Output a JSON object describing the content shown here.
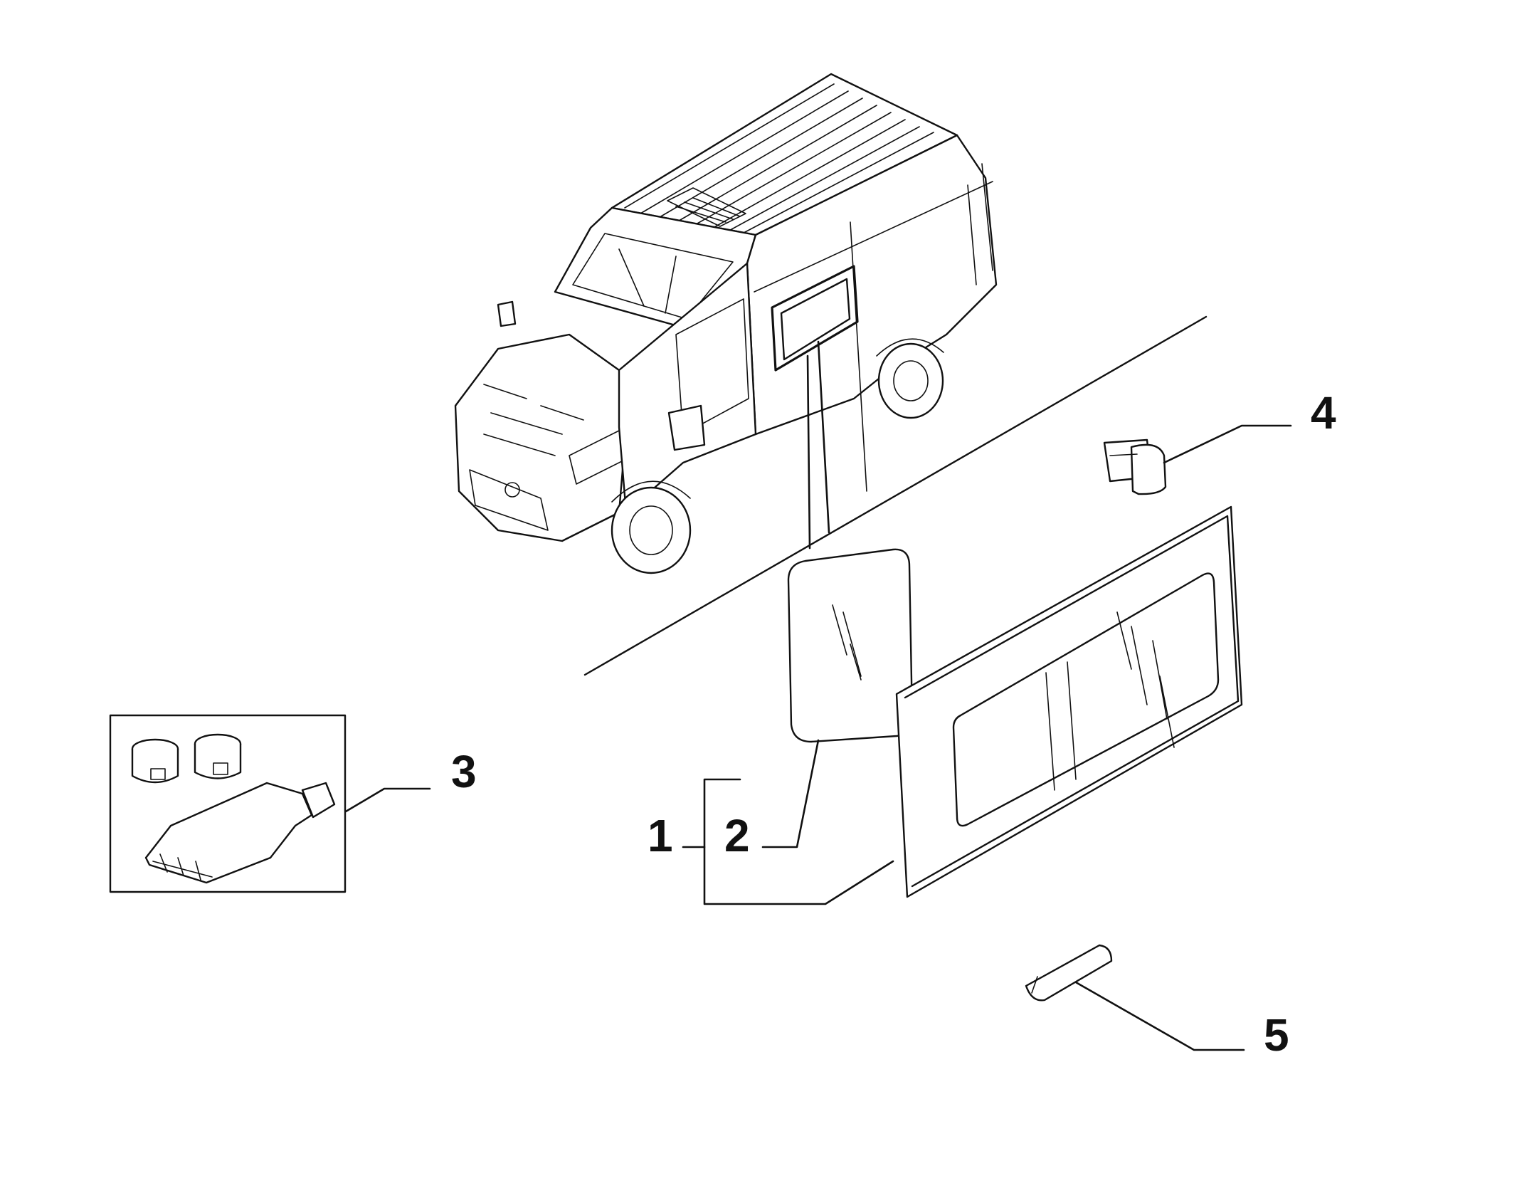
{
  "diagram": {
    "type": "parts-exploded-view",
    "callouts": [
      {
        "id": "1",
        "label": "1",
        "part": "side-window-assembly"
      },
      {
        "id": "2",
        "label": "2",
        "part": "fixed-glass-pane"
      },
      {
        "id": "3",
        "label": "3",
        "part": "bonding-kit"
      },
      {
        "id": "4",
        "label": "4",
        "part": "retaining-clip"
      },
      {
        "id": "5",
        "label": "5",
        "part": "seal-spacer"
      }
    ]
  }
}
